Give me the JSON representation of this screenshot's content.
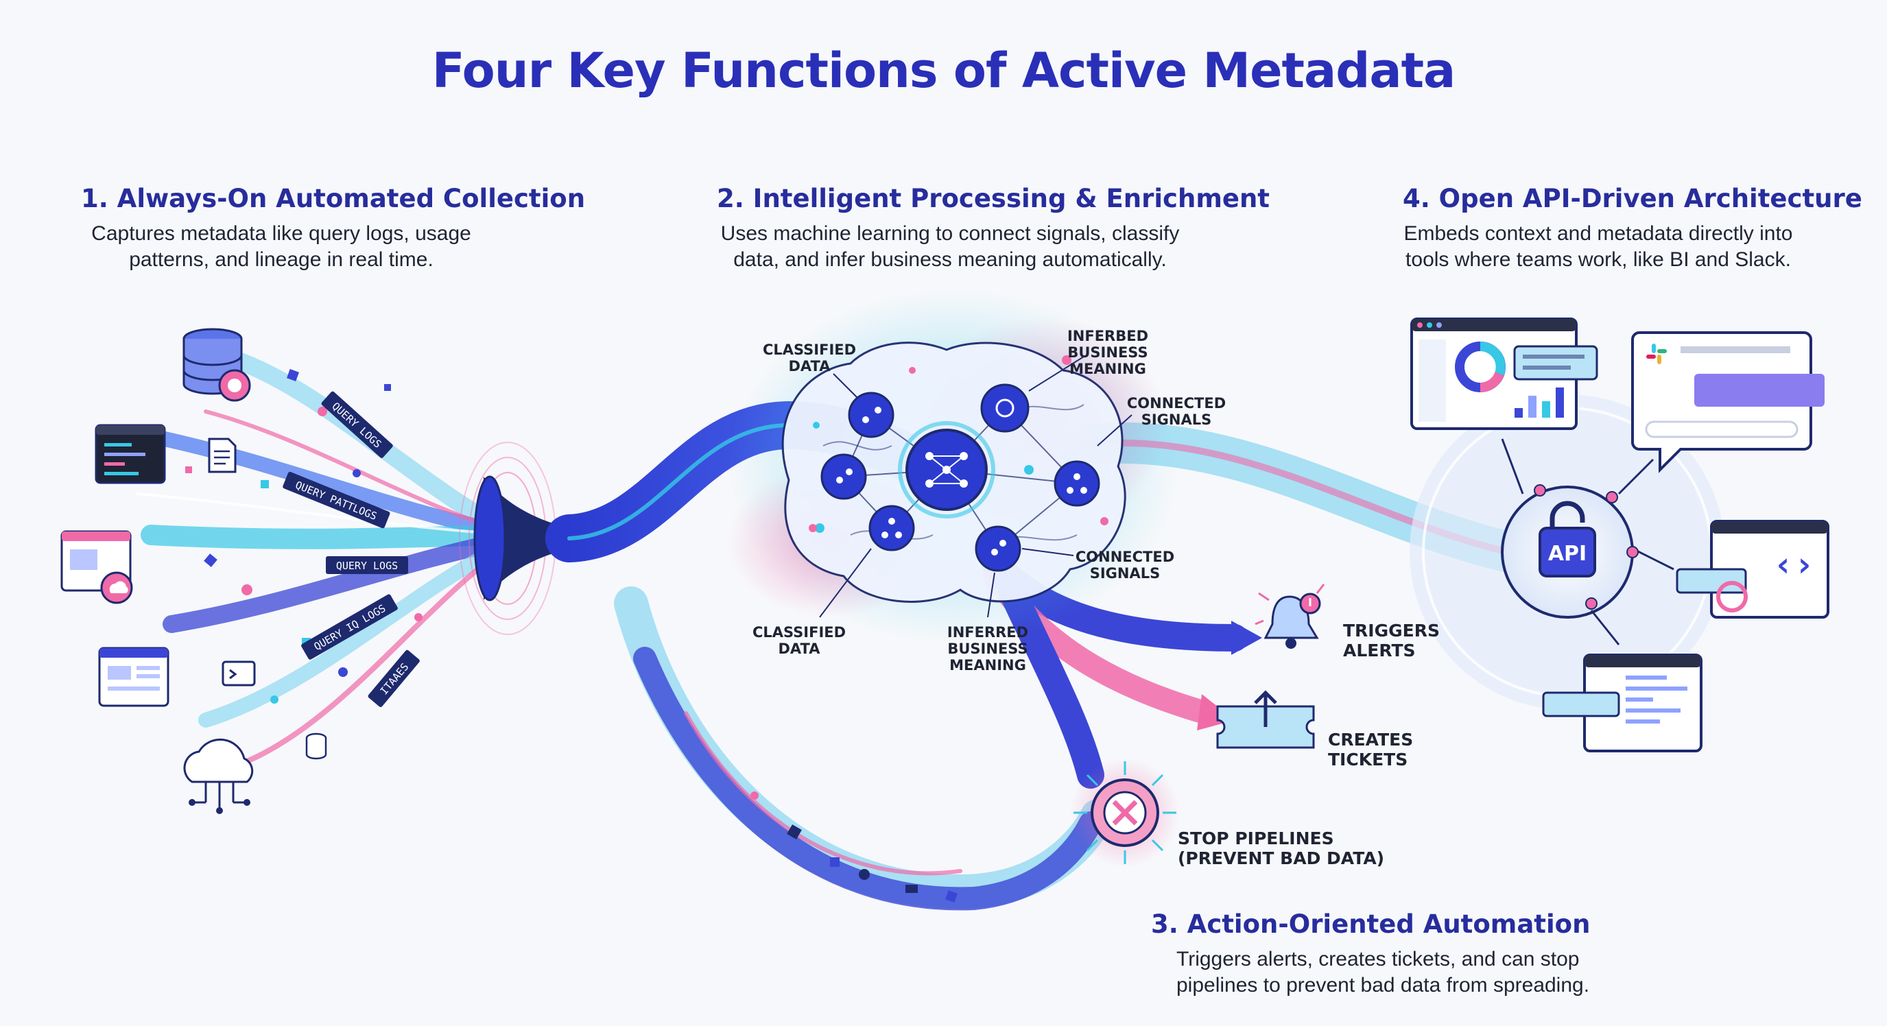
{
  "title": "Four Key Functions of Active Metadata",
  "sections": {
    "s1": {
      "heading": "1. Always-On Automated Collection",
      "desc_line1": "Captures metadata like query logs, usage",
      "desc_line2": "patterns, and lineage in real time."
    },
    "s2": {
      "heading": "2. Intelligent Processing & Enrichment",
      "desc_line1": "Uses machine learning to connect signals, classify",
      "desc_line2": "data, and infer business meaning automatically."
    },
    "s3": {
      "heading": "3. Action-Oriented Automation",
      "desc_line1": "Triggers alerts, creates tickets, and can stop",
      "desc_line2": "pipelines to prevent bad data from spreading."
    },
    "s4": {
      "heading": "4. Open API-Driven Architecture",
      "desc_line1": "Embeds context and metadata directly into",
      "desc_line2": "tools where teams work, like BI and Slack."
    }
  },
  "stream_tags": [
    "QUERY LOGS",
    "QUERY PATTLOGS",
    "QUERY LOGS",
    "QUERY IQ LOGS",
    "ITAAES"
  ],
  "brain_labels": {
    "classified_top": [
      "CLASSIFIED",
      "DATA"
    ],
    "inferred_top": [
      "INFERBED",
      "BUSINESS",
      "MEANING"
    ],
    "connected_top": [
      "CONNECTED",
      "SIGNALS"
    ],
    "connected_bottom": [
      "CONNECTED",
      "SIGNALS"
    ],
    "classified_bottom": [
      "CLASSIFIED",
      "DATA"
    ],
    "inferred_bottom": [
      "INFERRED",
      "BUSINESS",
      "MEANING"
    ]
  },
  "actions": {
    "alerts": [
      "TRIGGERS",
      "ALERTS"
    ],
    "tickets": [
      "CREATES",
      "TICKETS"
    ],
    "stop": [
      "STOP PIPELINES",
      "(PREVENT BAD DATA)"
    ]
  },
  "api_label": "API",
  "colors": {
    "title": "#2a2fb8",
    "heading": "#272d9c",
    "blue": "#3b46d6",
    "cyan": "#37c8e6",
    "pink": "#f06aa8",
    "navy": "#1e2a6e"
  },
  "icons": [
    "database-icon",
    "code-window-icon",
    "browser-cloud-icon",
    "browser-icon",
    "cloud-network-icon",
    "funnel-icon",
    "brain-network-icon",
    "bell-icon",
    "ticket-icon",
    "stop-icon",
    "lock-icon",
    "dashboard-window-icon",
    "slack-chat-icon",
    "code-window-icon",
    "code-editor-icon"
  ]
}
